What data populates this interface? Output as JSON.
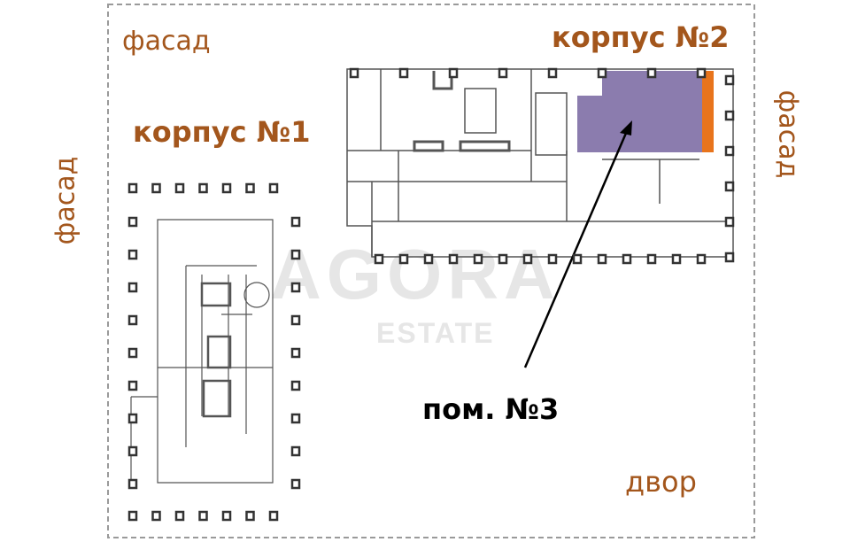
{
  "labels": {
    "facade_top": "фасад",
    "facade_left": "фасад",
    "facade_right": "фасад",
    "building1": "корпус №1",
    "building2": "корпус №2",
    "premises": "пом. №3",
    "yard": "двор"
  },
  "watermark": {
    "brand": "AGORA",
    "sub": "ESTATE"
  },
  "colors": {
    "label": "#a3561c",
    "highlight": "#7b6aa3",
    "facade_marker": "#e8741c",
    "line": "#555555"
  }
}
